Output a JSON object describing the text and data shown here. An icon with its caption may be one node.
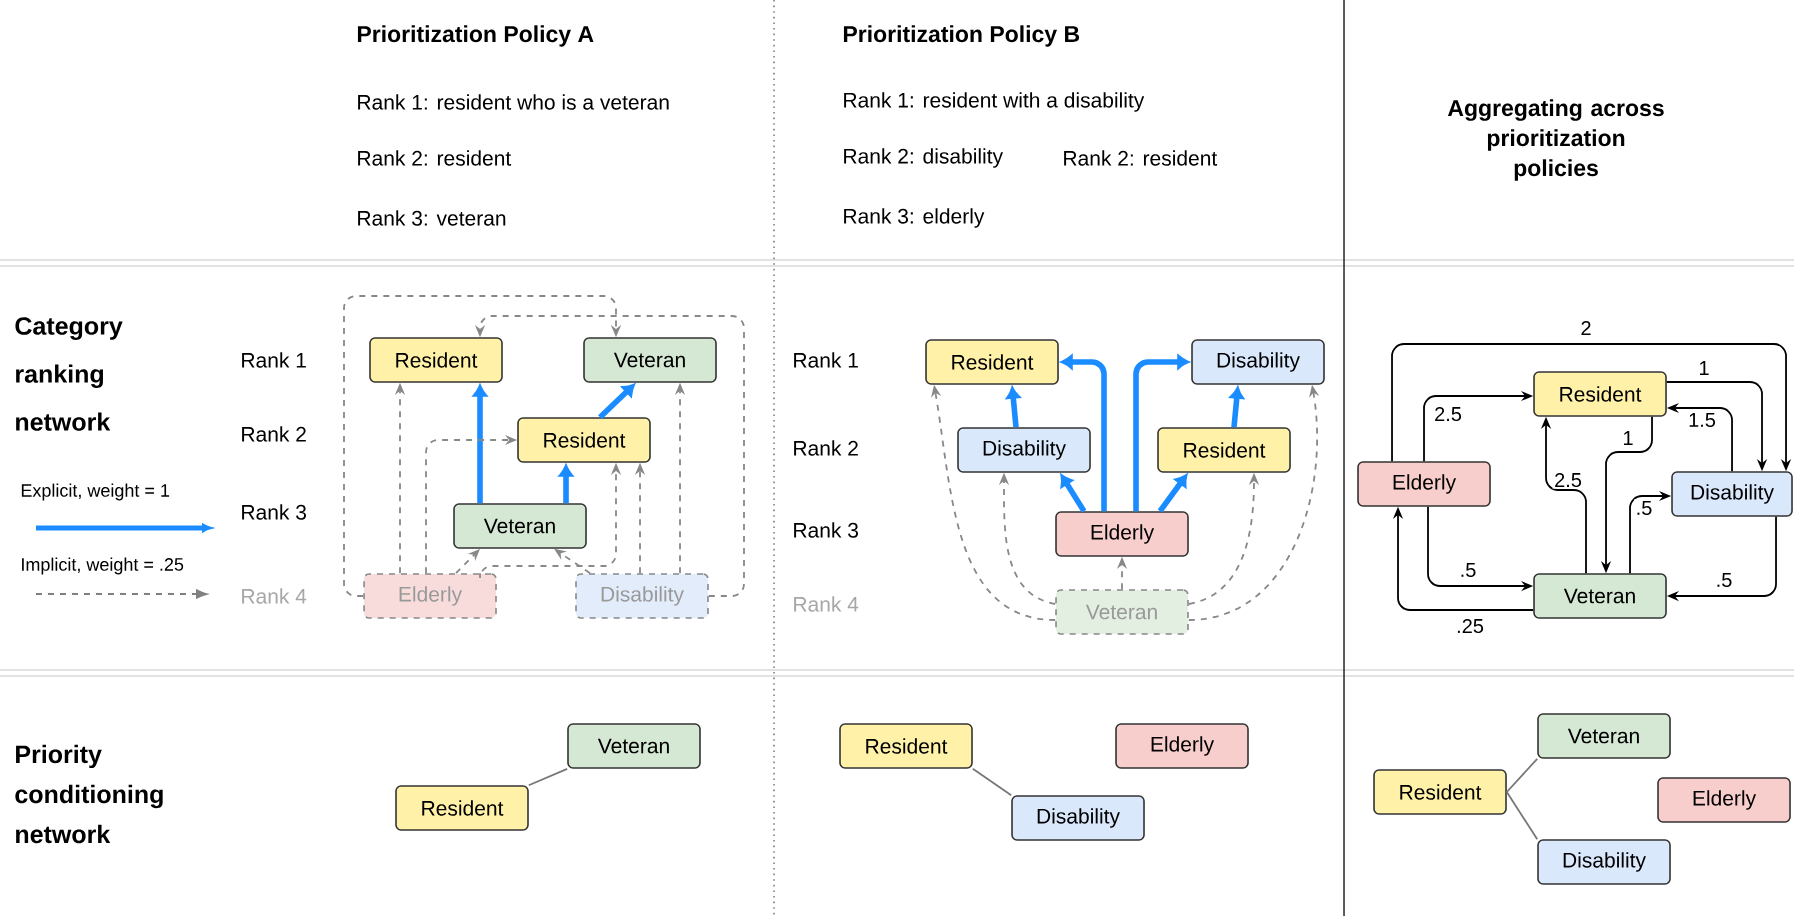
{
  "diagram": {
    "nodes": [
      {
        "text": [
          "Resident"
        ]
      },
      {
        "text": [
          "Veteran"
        ]
      },
      {
        "text": [
          "Resident"
        ]
      },
      {
        "text": [
          "Veteran"
        ]
      },
      {
        "text": [
          "Elderly"
        ]
      },
      {
        "text": [
          "Disability"
        ]
      },
      {
        "text": [
          "Resident"
        ]
      },
      {
        "text": [
          "Disability"
        ]
      },
      {
        "text": [
          "Disability"
        ]
      },
      {
        "text": [
          "Resident"
        ]
      },
      {
        "text": [
          "Elderly"
        ]
      },
      {
        "text": [
          "Veteran"
        ]
      },
      {
        "text": [
          "Resident"
        ]
      },
      {
        "text": [
          "Elderly"
        ]
      },
      {
        "text": [
          "Disability"
        ]
      },
      {
        "text": [
          "Veteran"
        ]
      },
      {
        "text": [
          "Veteran"
        ]
      },
      {
        "text": [
          "Resident"
        ]
      },
      {
        "text": [
          "Resident"
        ]
      },
      {
        "text": [
          "Elderly"
        ]
      },
      {
        "text": [
          "Disability"
        ]
      },
      {
        "text": [
          "Veteran"
        ]
      },
      {
        "text": [
          "Resident"
        ]
      },
      {
        "text": [
          "Elderly"
        ]
      },
      {
        "text": [
          "Disability"
        ]
      }
    ],
    "edges": [
      {
        "from": 3,
        "to": 0,
        "arrow": "to",
        "style": "thick",
        "color": "#1a8cff"
      },
      {
        "from": 3,
        "to": 2,
        "arrow": "to",
        "style": "thick",
        "color": "#1a8cff"
      },
      {
        "from": 2,
        "to": 1,
        "arrow": "to",
        "style": "thick",
        "color": "#1a8cff"
      },
      {
        "from": 4,
        "to": 0,
        "arrow": "to",
        "style": "dashed",
        "color": "#888888"
      },
      {
        "from": 4,
        "to": 2,
        "arrow": "to",
        "style": "dashed",
        "color": "#888888"
      },
      {
        "from": 4,
        "to": 3,
        "arrow": "to",
        "style": "dashed",
        "color": "#888888"
      },
      {
        "from": 4,
        "to": 2,
        "arrow": "to",
        "style": "dashed",
        "color": "#888888"
      },
      {
        "from": 4,
        "to": 1,
        "arrow": "to",
        "style": "dashed",
        "color": "#888888"
      },
      {
        "from": 5,
        "to": 0,
        "arrow": "to",
        "style": "dashed",
        "color": "#888888"
      },
      {
        "from": 5,
        "to": 1,
        "arrow": "to",
        "style": "dashed",
        "color": "#888888"
      },
      {
        "from": 5,
        "to": 2,
        "arrow": "to",
        "style": "dashed",
        "color": "#888888"
      },
      {
        "from": 5,
        "to": 3,
        "arrow": "to",
        "style": "dashed",
        "color": "#888888"
      },
      {
        "from": 8,
        "to": 6,
        "arrow": "to",
        "style": "thick",
        "color": "#1a8cff"
      },
      {
        "from": 9,
        "to": 7,
        "arrow": "to",
        "style": "thick",
        "color": "#1a8cff"
      },
      {
        "from": 10,
        "to": 8,
        "arrow": "to",
        "style": "thick",
        "color": "#1a8cff"
      },
      {
        "from": 10,
        "to": 9,
        "arrow": "to",
        "style": "thick",
        "color": "#1a8cff"
      },
      {
        "from": 10,
        "to": 6,
        "arrow": "to",
        "style": "thick",
        "color": "#1a8cff"
      },
      {
        "from": 10,
        "to": 7,
        "arrow": "to",
        "style": "thick",
        "color": "#1a8cff"
      },
      {
        "from": 11,
        "to": 6,
        "arrow": "to",
        "style": "dashed",
        "color": "#888888"
      },
      {
        "from": 11,
        "to": 8,
        "arrow": "to",
        "style": "dashed",
        "color": "#888888"
      },
      {
        "from": 11,
        "to": 10,
        "arrow": "to",
        "style": "dashed",
        "color": "#888888"
      },
      {
        "from": 11,
        "to": 9,
        "arrow": "to",
        "style": "dashed",
        "color": "#888888"
      },
      {
        "from": 11,
        "to": 7,
        "arrow": "to",
        "style": "dashed",
        "color": "#888888"
      },
      {
        "from": 13,
        "to": 14,
        "arrow": "to",
        "label": "2",
        "color": "#000000"
      },
      {
        "from": 13,
        "to": 12,
        "arrow": "to",
        "label": "2.5",
        "color": "#000000"
      },
      {
        "from": 12,
        "to": 14,
        "arrow": "to",
        "label": "1",
        "color": "#000000"
      },
      {
        "from": 14,
        "to": 12,
        "arrow": "to",
        "label": "1.5",
        "color": "#000000"
      },
      {
        "from": 12,
        "to": 15,
        "arrow": "to",
        "label": "1",
        "color": "#000000"
      },
      {
        "from": 15,
        "to": 12,
        "arrow": "to",
        "label": "2.5",
        "color": "#000000"
      },
      {
        "from": 15,
        "to": 14,
        "arrow": "to",
        "label": ".5",
        "color": "#000000"
      },
      {
        "from": 14,
        "to": 15,
        "arrow": "to",
        "label": ".5",
        "color": "#000000"
      },
      {
        "from": 13,
        "to": 15,
        "arrow": "to",
        "label": ".5",
        "color": "#000000"
      },
      {
        "from": 15,
        "to": 13,
        "arrow": "to",
        "label": ".25",
        "color": "#000000"
      },
      {
        "from": 17,
        "to": 16,
        "arrow": "none",
        "color": "#777777"
      },
      {
        "from": 18,
        "to": 20,
        "arrow": "none",
        "color": "#777777"
      },
      {
        "from": 22,
        "to": 21,
        "arrow": "none",
        "color": "#777777"
      },
      {
        "from": 22,
        "to": 24,
        "arrow": "none",
        "color": "#777777"
      }
    ],
    "labels": [
      "Prioritization Policy A",
      "Rank 1: resident who is a veteran",
      "Rank 2: resident",
      "Rank 3: veteran",
      "Prioritization Policy B",
      "Rank 1: resident with a disability",
      "Rank 2: disability",
      "Rank 2: resident",
      "Rank 3: elderly",
      "Aggregating across prioritization policies",
      "Category ranking network",
      "Rank 1",
      "Rank 2",
      "Rank 3",
      "Rank 4",
      "Rank 1",
      "Rank 2",
      "Rank 3",
      "Rank 4",
      "Priority conditioning network"
    ],
    "legend": [
      {
        "text": "Explicit, weight = 1"
      },
      {
        "text": "Implicit, weight = .25"
      }
    ]
  }
}
